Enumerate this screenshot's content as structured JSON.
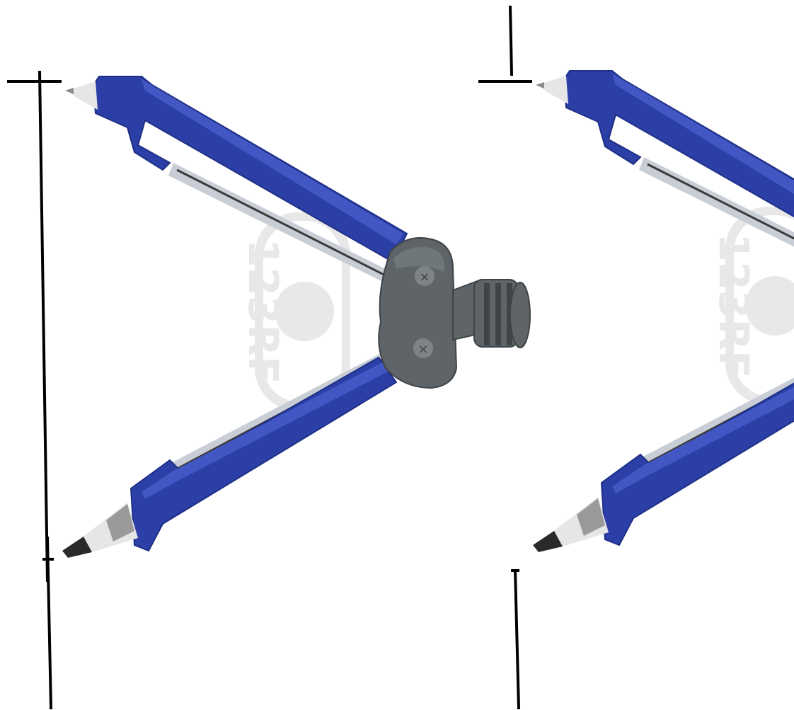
{
  "scene": {
    "watermark_text": "123RF",
    "colors": {
      "background": "#ffffff",
      "arm_blue": "#2b3fa6",
      "arm_blue_dark": "#1e2f86",
      "arm_blue_light": "#4257c4",
      "hinge_gray": "#5e6468",
      "hinge_gray_dark": "#3f4447",
      "hinge_gray_light": "#7d8387",
      "rod_silver": "#c9ced6",
      "rod_dark": "#3a3a3a",
      "watermark": "#d6d6d6",
      "pencil_lead": "#2a2a2a",
      "line_ink": "#000000"
    },
    "items": [
      "drawing-compass",
      "drawing-compass-cropped-copy",
      "guide-lines"
    ]
  }
}
